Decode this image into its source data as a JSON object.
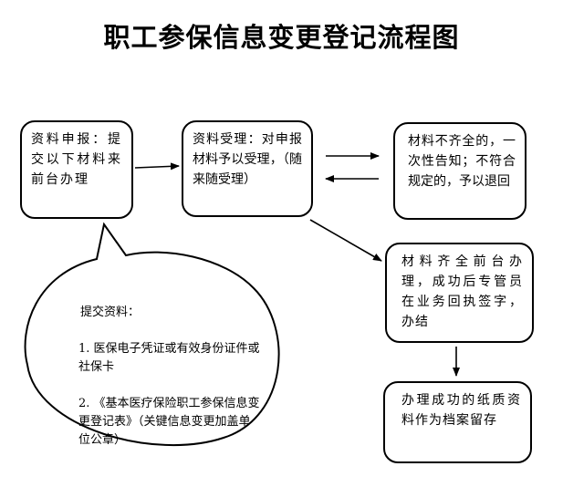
{
  "title": "职工参保信息变更登记流程图",
  "nodes": {
    "submit": "资料申报：提交以下材料来前台办理",
    "accept": "资料受理：对申报材料予以受理，（随来随受理）",
    "reject": "材料不齐全的，一次性告知；不符合规定的，予以退回",
    "complete": "材料齐全前台办理，成功后专管员在业务回执签字，办结",
    "archive": "办理成功的纸质资料作为档案留存"
  },
  "callout": {
    "heading": "提交资料：",
    "items": [
      "1. 医保电子凭证或有效身份证件或社保卡",
      "2. 《基本医疗保险职工参保信息变更登记表》（关键信息变更加盖单位公章）"
    ]
  },
  "colors": {
    "stroke": "#000000",
    "background": "#ffffff"
  }
}
